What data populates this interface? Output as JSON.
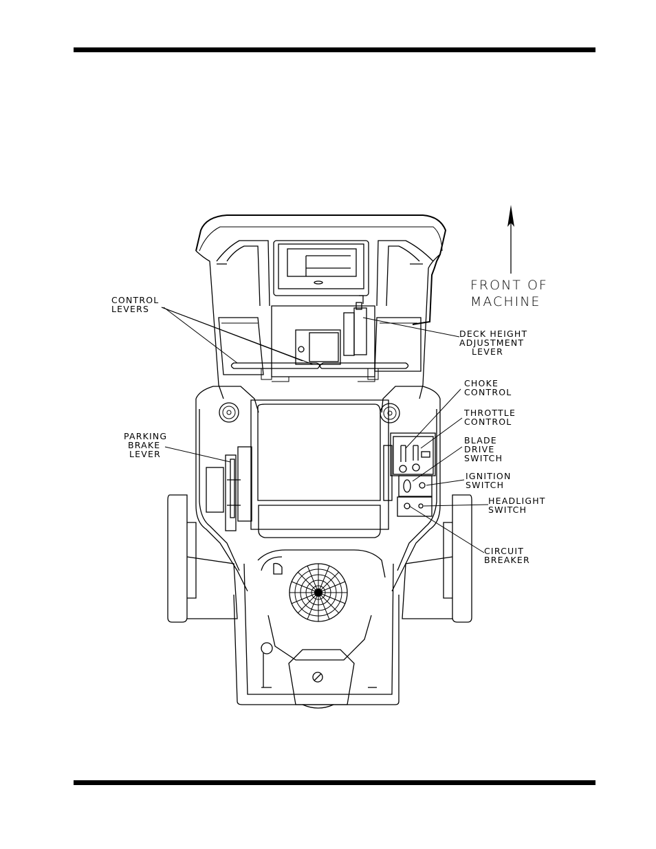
{
  "labels": {
    "front_line1": "FRONT  OF",
    "front_line2": "MACHINE",
    "control_levers_1": "CONTROL",
    "control_levers_2": "LEVERS",
    "deck_height_1": "DECK HEIGHT",
    "deck_height_2": "ADJUSTMENT",
    "deck_height_3": "LEVER",
    "choke_1": "CHOKE",
    "choke_2": "CONTROL",
    "throttle_1": "THROTTLE",
    "throttle_2": "CONTROL",
    "blade_1": "BLADE",
    "blade_2": "DRIVE",
    "blade_3": "SWITCH",
    "ignition_1": "IGNITION",
    "ignition_2": "SWITCH",
    "headlight_1": "HEADLIGHT",
    "headlight_2": "SWITCH",
    "breaker_1": "CIRCUIT",
    "breaker_2": "BREAKER",
    "parking_1": "PARKING",
    "parking_2": "BRAKE",
    "parking_3": "LEVER"
  }
}
